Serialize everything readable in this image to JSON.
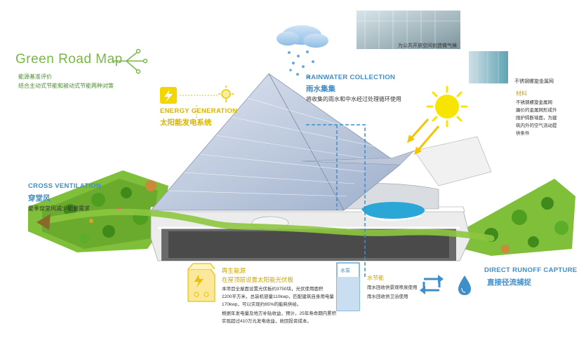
{
  "header": {
    "title": "Green Road Map",
    "subtitle1": "能源基准评价",
    "subtitle2": "结合主动式节能和被动式节能两种对策"
  },
  "energy": {
    "en": "ENERGY GENERATION",
    "cn": "太阳能发电系统"
  },
  "rain": {
    "en": "RAINWATER COLLECTION",
    "cn": "雨水集集",
    "desc": "将收集的雨水和中水经过处理循环使用"
  },
  "ventilation": {
    "en": "CROSS VENTILATION",
    "cn": "穿堂风",
    "desc": "夏季穿堂风减少能量需求"
  },
  "runoff": {
    "en": "DIRECT RUNOFF CAPTURE",
    "cn": "直接径流捕捉"
  },
  "photo_top": {
    "caption": "为公共开放空间创造微气候"
  },
  "photo_mesh": {
    "caption": "不锈钢螺旋金属网"
  },
  "material": {
    "title": "材料",
    "lines": [
      "不锈钢螺旋金属网",
      "廉价的金属网形成外",
      "围护隔断墙面，为建",
      "筑内外的空气流动提",
      "供条件"
    ]
  },
  "renewable": {
    "title": "再生能源",
    "subtitle": "在屋顶层设置太阳能光伏板",
    "lines": [
      "本项目全屋面设置光伏板约3750块，光伏使用面积",
      "2200平方米，总装机容量110kwp，匹配建筑自身用电量",
      "170kwp，可以实现约65%的能耗供给。",
      "根据年发电量及地方补贴收益，预计，25年寿命期内累积",
      "实现超过410万元发电收益，收回投资成本。"
    ]
  },
  "water": {
    "tank": "水泵",
    "title": "水节能",
    "lines": [
      "雨水回收供景观喷泉使用",
      "雨水回收供卫浴使用"
    ]
  },
  "colors": {
    "green": "#7ab648",
    "blue": "#3e8ec9",
    "yellow": "#f5d800",
    "sun": "#f7e400"
  }
}
